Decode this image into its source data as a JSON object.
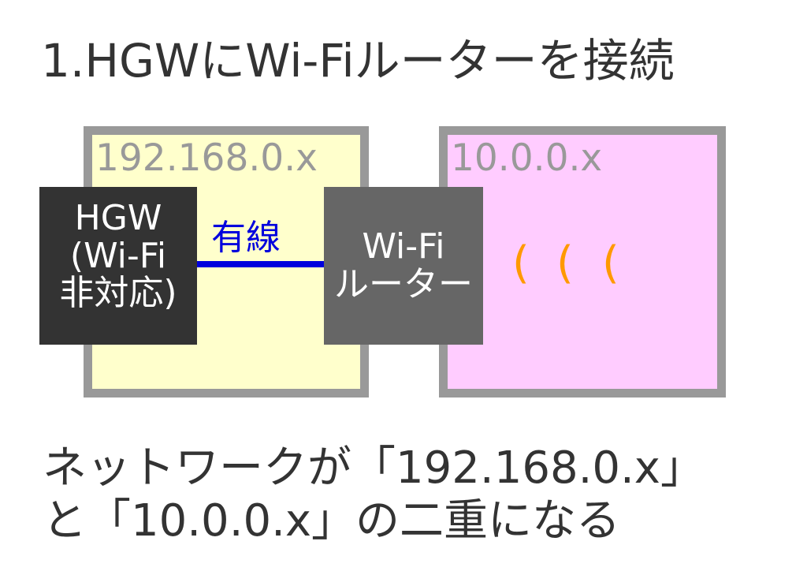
{
  "title": "1.HGWにWi-Fiルーターを接続",
  "network_a": {
    "label": "192.168.0.x",
    "fill": "#ffffcc"
  },
  "network_b": {
    "label": "10.0.0.x",
    "fill": "#ffccff"
  },
  "hgw": {
    "lines": [
      "HGW",
      "(Wi-Fi",
      "非対応)"
    ]
  },
  "router": {
    "lines": [
      "Wi-Fi",
      "ルーター"
    ]
  },
  "connection": {
    "label": "有線",
    "color": "#0000dd"
  },
  "wifi_waves": [
    "(",
    "(",
    "("
  ],
  "caption": {
    "lines": [
      "ネットワークが「192.168.0.x」",
      "と「10.0.0.x」の二重になる"
    ]
  }
}
